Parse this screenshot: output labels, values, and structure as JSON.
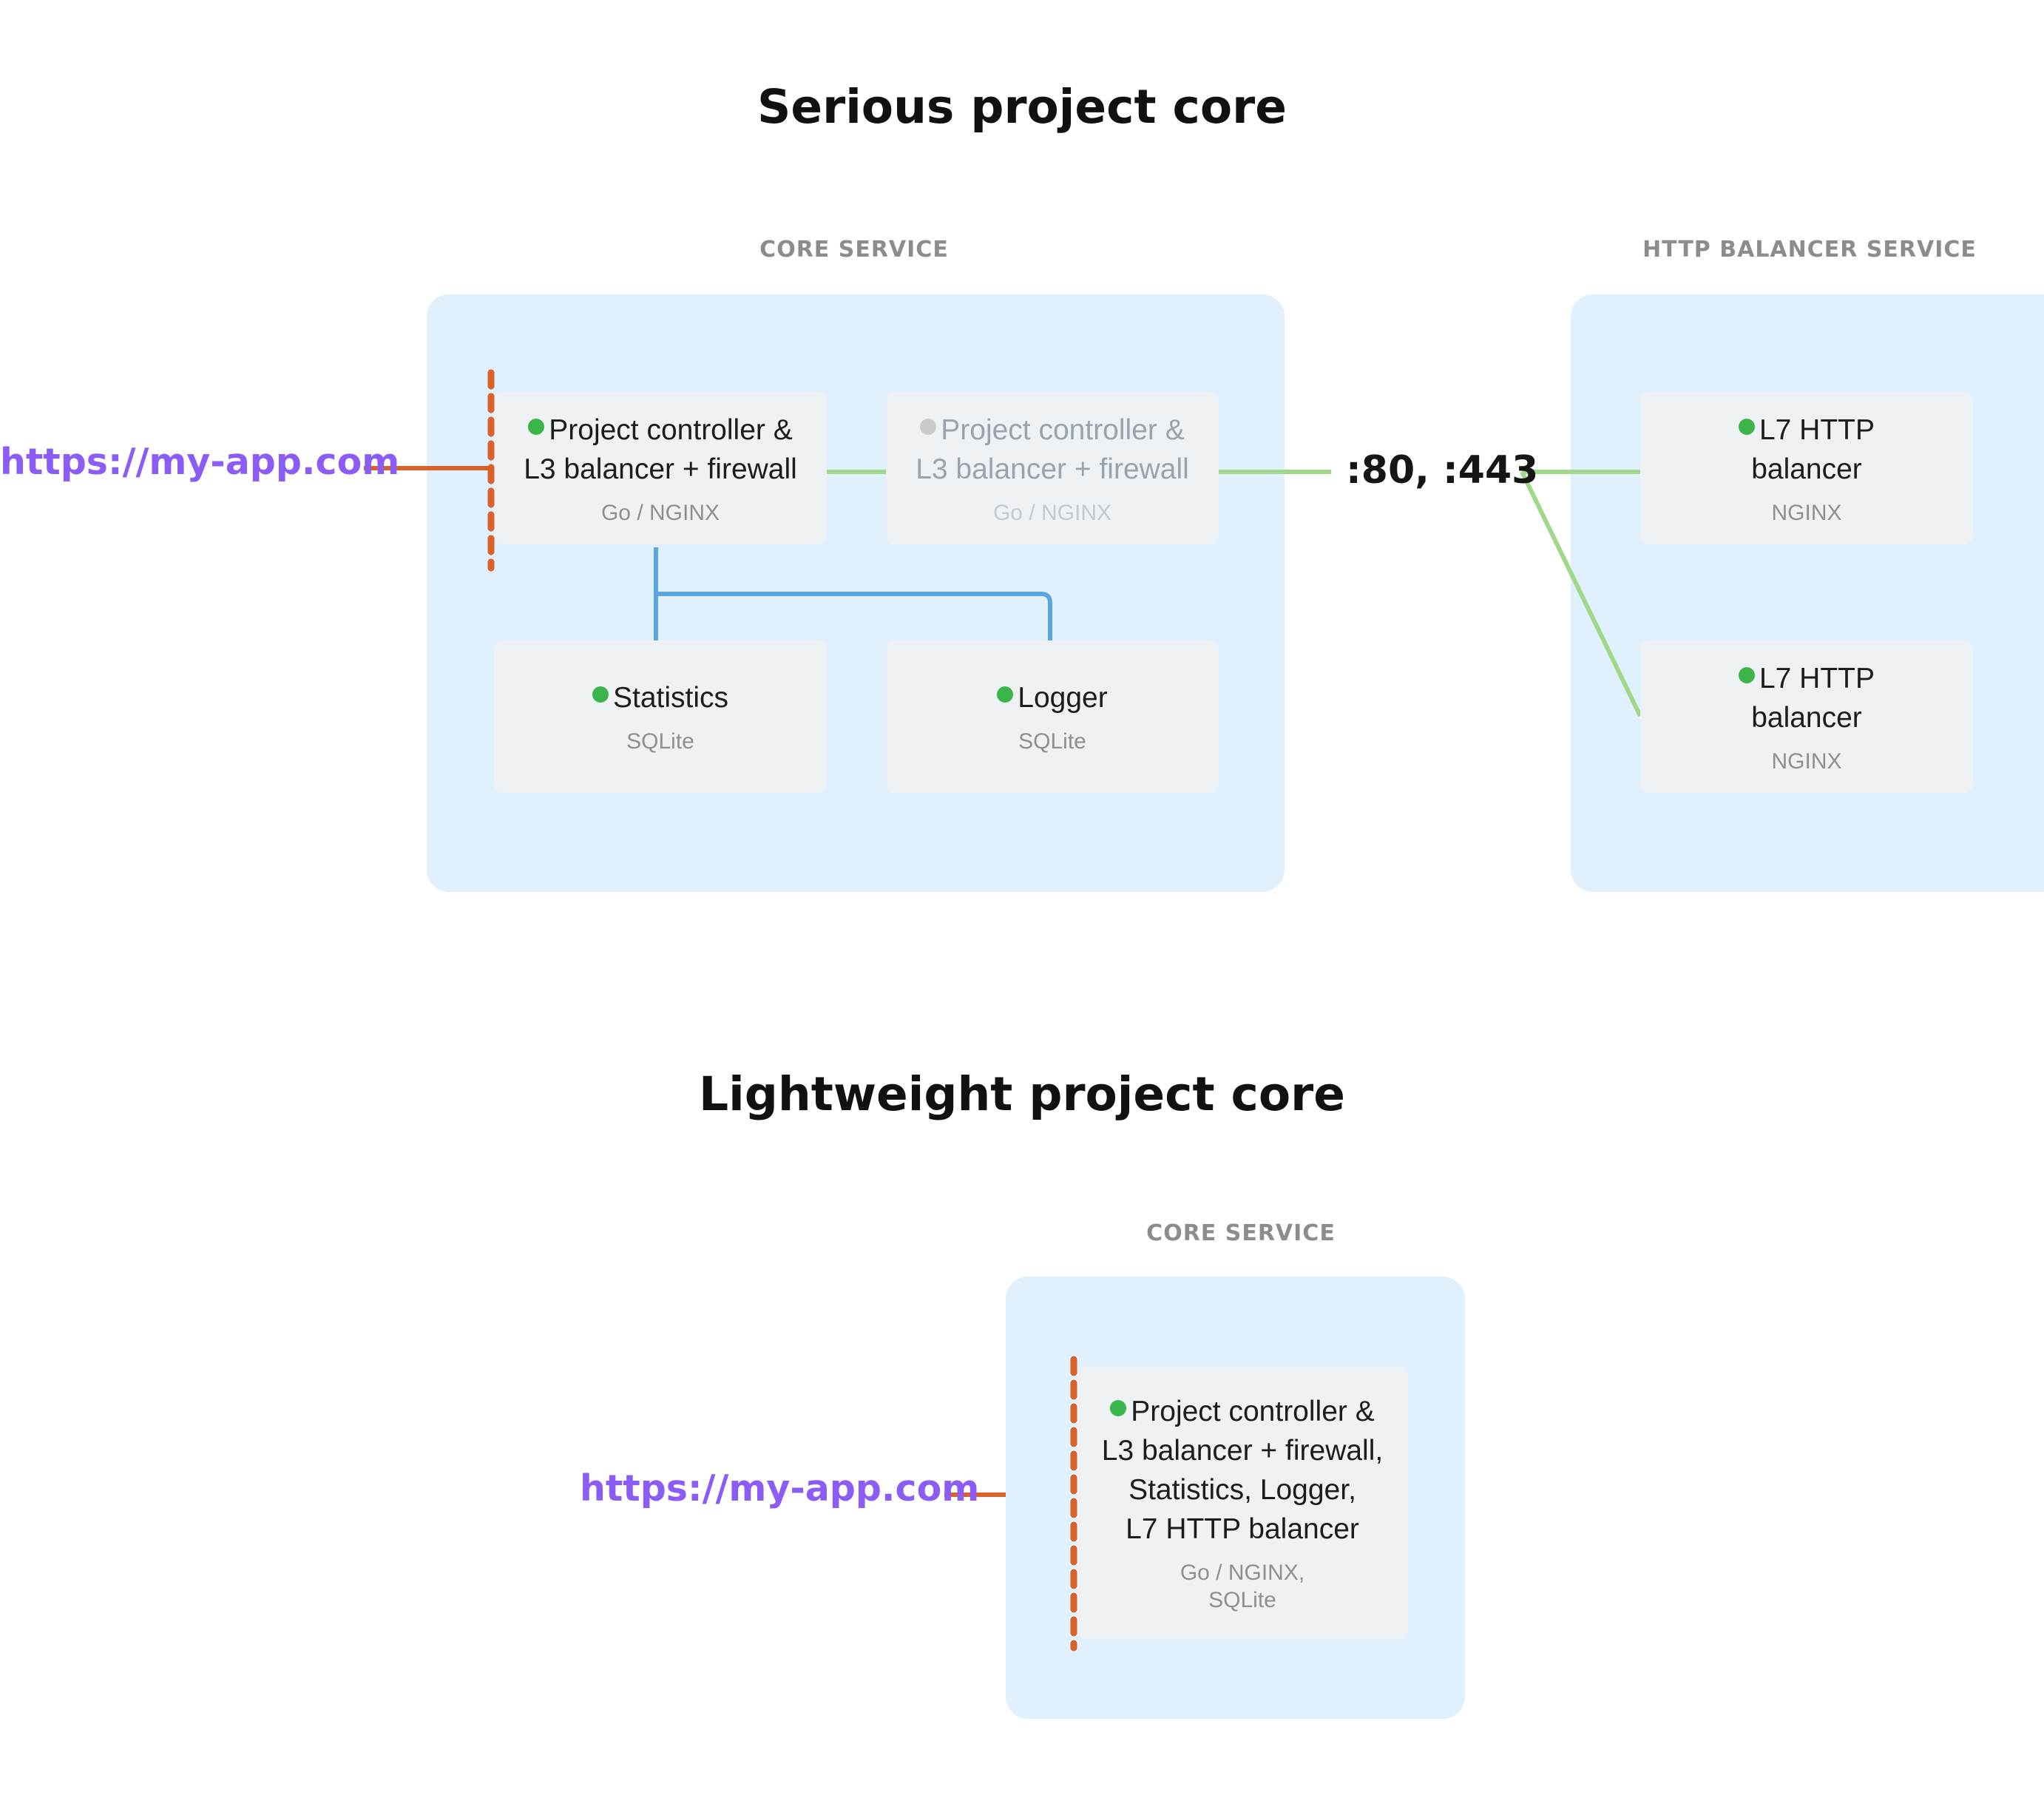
{
  "serious": {
    "title": "Serious project core",
    "core_service": {
      "label": "CORE SERVICE",
      "controller_active": {
        "title": "Project controller &\nL3 balancer + firewall",
        "tech": "Go / NGINX",
        "status": "active"
      },
      "controller_standby": {
        "title": "Project controller &\nL3 balancer + firewall",
        "tech": "Go / NGINX",
        "status": "inactive"
      },
      "statistics": {
        "title": "Statistics",
        "tech": "SQLite",
        "status": "active"
      },
      "logger": {
        "title": "Logger",
        "tech": "SQLite",
        "status": "active"
      }
    },
    "http_balancer_service": {
      "label": "HTTP BALANCER SERVICE",
      "balancer_1": {
        "title": "L7 HTTP\nbalancer",
        "tech": "NGINX",
        "status": "active"
      },
      "balancer_2": {
        "title": "L7 HTTP\nbalancer",
        "tech": "NGINX",
        "status": "active"
      }
    },
    "entry_url": "https://my-app.com",
    "ports": ":80, :443"
  },
  "lightweight": {
    "title": "Lightweight project core",
    "core_service": {
      "label": "CORE SERVICE",
      "combined": {
        "title": "Project controller &\nL3 balancer + firewall,\nStatistics, Logger,\nL7 HTTP balancer",
        "tech": "Go / NGINX,\nSQLite",
        "status": "active"
      }
    },
    "entry_url": "https://my-app.com"
  },
  "colors": {
    "panel": "#e0f1fd",
    "node": "#eef2f5",
    "status_active": "#3bb54a",
    "status_inactive": "#c8cacc",
    "url": "#8b5cf6",
    "ingress_line": "#d9622b",
    "green_link": "#9fd88a",
    "blue_link": "#5aa6dd"
  }
}
